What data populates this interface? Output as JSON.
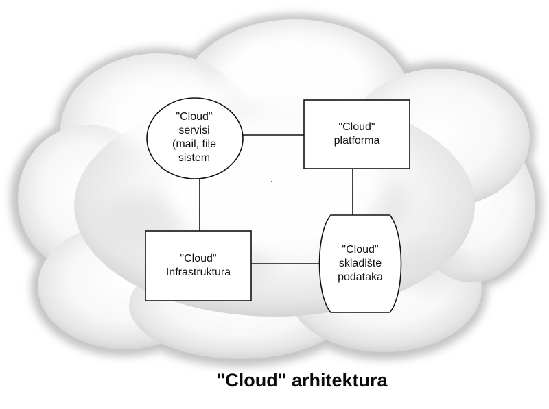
{
  "diagram": {
    "nodes": {
      "services": {
        "lines": [
          "\"Cloud\"",
          "servisi",
          "(mail, file",
          "sistem"
        ]
      },
      "platform": {
        "lines": [
          "\"Cloud\"",
          "platforma"
        ]
      },
      "infrastructure": {
        "lines": [
          "\"Cloud\"",
          "Infrastruktura"
        ]
      },
      "storage": {
        "lines": [
          "\"Cloud\"",
          "skladište",
          "podataka"
        ]
      }
    },
    "edges": [
      {
        "from": "services",
        "to": "platform"
      },
      {
        "from": "services",
        "to": "infrastructure"
      },
      {
        "from": "platform",
        "to": "storage"
      },
      {
        "from": "infrastructure",
        "to": "storage"
      }
    ],
    "caption": "\"Cloud\" arhitektura"
  },
  "colors": {
    "stroke": "#111111",
    "cloud_fill": "#f4f4f4",
    "cloud_shadow": "#b8b8b8",
    "node_fill": "#ffffff",
    "text": "#111111"
  }
}
